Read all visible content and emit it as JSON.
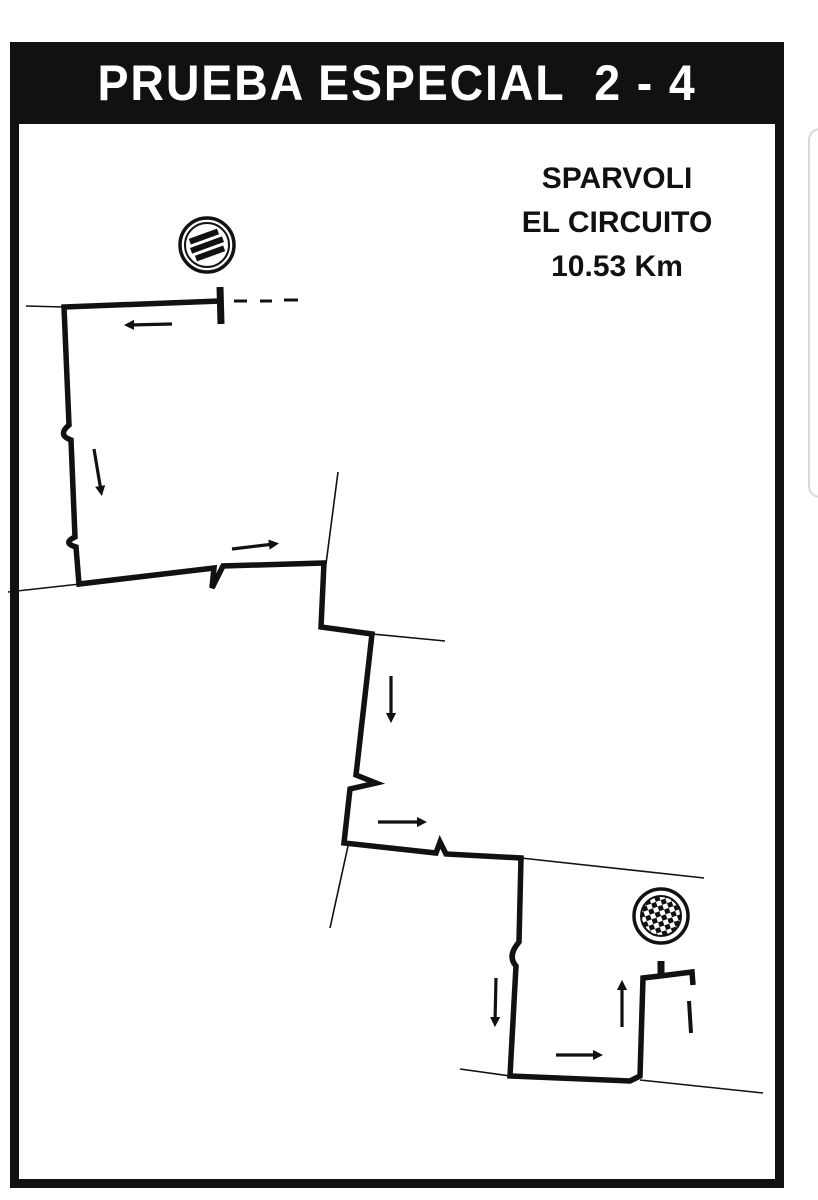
{
  "header": {
    "title": "PRUEBA ESPECIAL  2 - 4"
  },
  "stage_info": {
    "location": "SPARVOLI",
    "name": "EL CIRCUITO",
    "distance": "10.53 Km"
  },
  "map": {
    "start_icon": "stage-start-icon",
    "finish_icon": "checkered-flag-finish-icon",
    "direction_arrow_icon": "arrow-icon",
    "colors": {
      "ink": "#111111",
      "background": "#ffffff"
    }
  }
}
